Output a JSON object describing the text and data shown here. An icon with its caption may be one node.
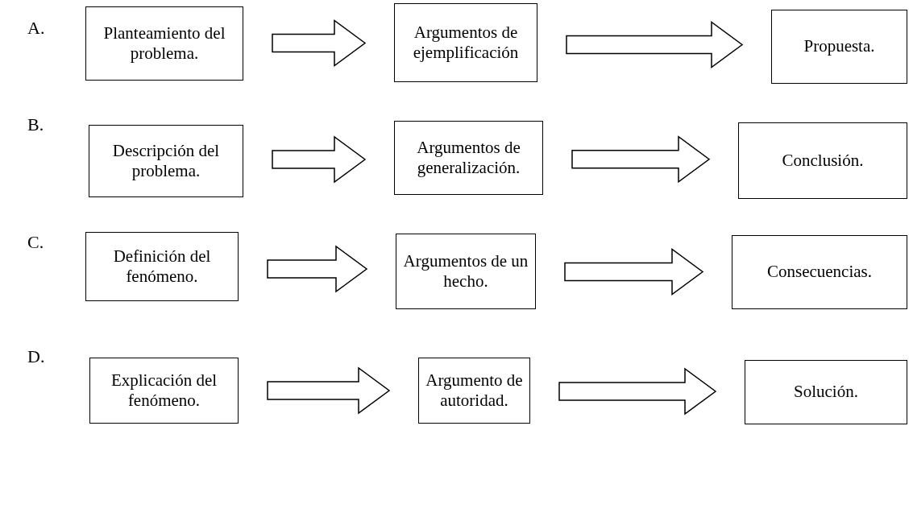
{
  "diagram": {
    "nodes": [
      {
        "text": [
          "Planteamiento del problema."
        ]
      },
      {
        "text": [
          "Argumentos de ejemplificación"
        ]
      },
      {
        "text": [
          "Propuesta."
        ]
      },
      {
        "text": [
          "Descripción del problema."
        ]
      },
      {
        "text": [
          "Argumentos de generalización."
        ]
      },
      {
        "text": [
          "Conclusión."
        ]
      },
      {
        "text": [
          "Definición del fenómeno."
        ]
      },
      {
        "text": [
          "Argumentos de un hecho."
        ]
      },
      {
        "text": [
          "Consecuencias."
        ]
      },
      {
        "text": [
          "Explicación del fenómeno."
        ]
      },
      {
        "text": [
          "Argumento de autoridad."
        ]
      },
      {
        "text": [
          "Solución."
        ]
      }
    ],
    "edges": [
      {
        "from": 0,
        "to": 1,
        "arrow": "to"
      },
      {
        "from": 1,
        "to": 2,
        "arrow": "to"
      },
      {
        "from": 3,
        "to": 4,
        "arrow": "to"
      },
      {
        "from": 4,
        "to": 5,
        "arrow": "to"
      },
      {
        "from": 6,
        "to": 7,
        "arrow": "to"
      },
      {
        "from": 7,
        "to": 8,
        "arrow": "to"
      },
      {
        "from": 9,
        "to": 10,
        "arrow": "to"
      },
      {
        "from": 10,
        "to": 11,
        "arrow": "to"
      }
    ],
    "labels": [
      "A.",
      "B.",
      "C.",
      "D."
    ]
  }
}
